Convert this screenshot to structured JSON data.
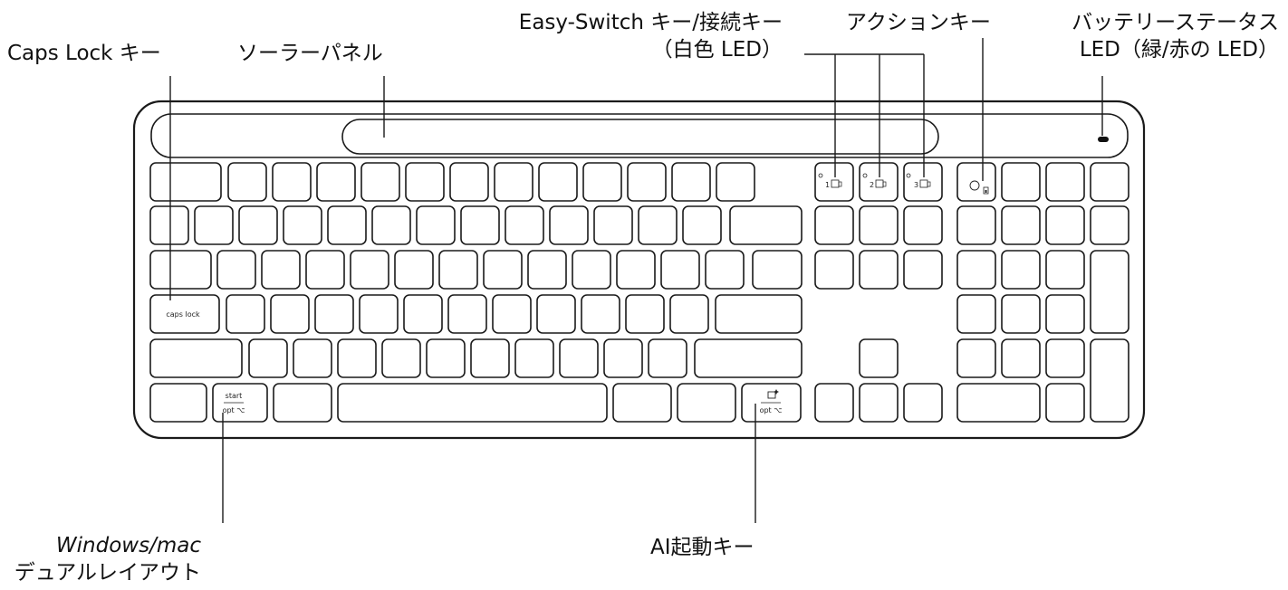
{
  "callouts": {
    "caps_lock": {
      "line1": "Caps Lock キー"
    },
    "solar_panel": {
      "line1": "ソーラーパネル"
    },
    "easy_switch": {
      "line1": "Easy-Switch キー/接続キー",
      "line2": "（白色 LED）"
    },
    "action_keys": {
      "line1": "アクションキー"
    },
    "battery_status": {
      "line1": "バッテリーステータス",
      "line2": "LED（緑/赤の LED）"
    },
    "dual_layout": {
      "line1": "Windows/mac",
      "line2": "デュアルレイアウト"
    },
    "ai_launch": {
      "line1": "AI起動キー"
    }
  },
  "key_legends": {
    "caps_lock": "caps lock",
    "start": "start",
    "opt_left": "opt ⌥",
    "opt_right": "opt ⌥",
    "easy_switch_1": "1",
    "easy_switch_2": "2",
    "easy_switch_3": "3"
  },
  "icons": {
    "ai_key": "ai-sparkle-icon",
    "battery_led": "battery-led-icon",
    "easy_switch_device": "computer-device-icon"
  }
}
